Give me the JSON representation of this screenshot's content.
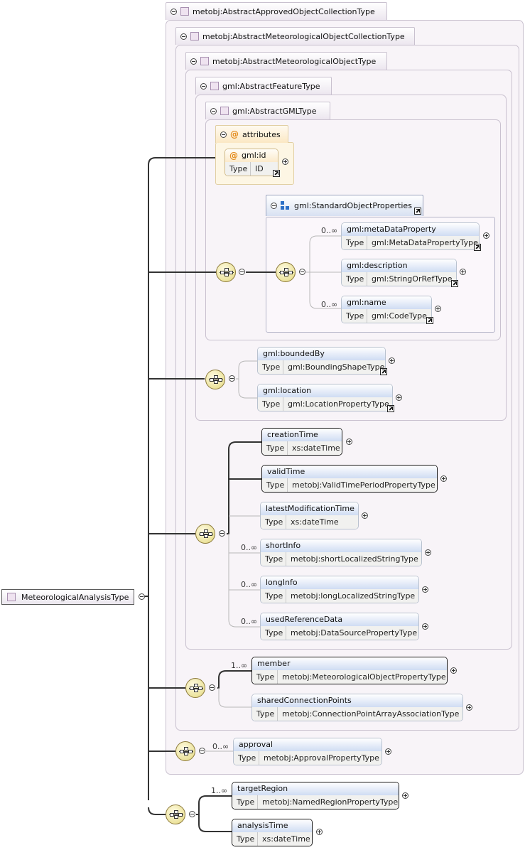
{
  "root": {
    "name": "MeteorologicalAnalysisType"
  },
  "types": {
    "approved_collection": "metobj:AbstractApprovedObjectCollectionType",
    "met_collection": "metobj:AbstractMeteorologicalObjectCollectionType",
    "met_object": "metobj:AbstractMeteorologicalObjectType",
    "feature": "gml:AbstractFeatureType",
    "gml": "gml:AbstractGMLType"
  },
  "attributes": {
    "tab_label": "attributes",
    "id": {
      "name": "gml:id",
      "type_key": "Type",
      "type_value": "ID"
    }
  },
  "standard_group": {
    "name": "gml:StandardObjectProperties"
  },
  "elements": {
    "metaDataProperty": {
      "name": "gml:metaDataProperty",
      "type_key": "Type",
      "type_value": "gml:MetaDataPropertyType",
      "card": "0..∞"
    },
    "description": {
      "name": "gml:description",
      "type_key": "Type",
      "type_value": "gml:StringOrRefType"
    },
    "gmlname": {
      "name": "gml:name",
      "type_key": "Type",
      "type_value": "gml:CodeType",
      "card": "0..∞"
    },
    "boundedBy": {
      "name": "gml:boundedBy",
      "type_key": "Type",
      "type_value": "gml:BoundingShapeType"
    },
    "location": {
      "name": "gml:location",
      "type_key": "Type",
      "type_value": "gml:LocationPropertyType"
    },
    "creationTime": {
      "name": "creationTime",
      "type_key": "Type",
      "type_value": "xs:dateTime"
    },
    "validTime": {
      "name": "validTime",
      "type_key": "Type",
      "type_value": "metobj:ValidTimePeriodPropertyType"
    },
    "latestModificationTime": {
      "name": "latestModificationTime",
      "type_key": "Type",
      "type_value": "xs:dateTime"
    },
    "shortInfo": {
      "name": "shortInfo",
      "type_key": "Type",
      "type_value": "metobj:shortLocalizedStringType",
      "card": "0..∞"
    },
    "longInfo": {
      "name": "longInfo",
      "type_key": "Type",
      "type_value": "metobj:longLocalizedStringType",
      "card": "0..∞"
    },
    "usedReferenceData": {
      "name": "usedReferenceData",
      "type_key": "Type",
      "type_value": "metobj:DataSourcePropertyType",
      "card": "0..∞"
    },
    "member": {
      "name": "member",
      "type_key": "Type",
      "type_value": "metobj:MeteorologicalObjectPropertyType",
      "card": "1..∞"
    },
    "sharedConnectionPoints": {
      "name": "sharedConnectionPoints",
      "type_key": "Type",
      "type_value": "metobj:ConnectionPointArrayAssociationType"
    },
    "approval": {
      "name": "approval",
      "type_key": "Type",
      "type_value": "metobj:ApprovalPropertyType",
      "card": "0..∞"
    },
    "targetRegion": {
      "name": "targetRegion",
      "type_key": "Type",
      "type_value": "metobj:NamedRegionPropertyType",
      "card": "1..∞"
    },
    "analysisTime": {
      "name": "analysisTime",
      "type_key": "Type",
      "type_value": "xs:dateTime"
    }
  }
}
